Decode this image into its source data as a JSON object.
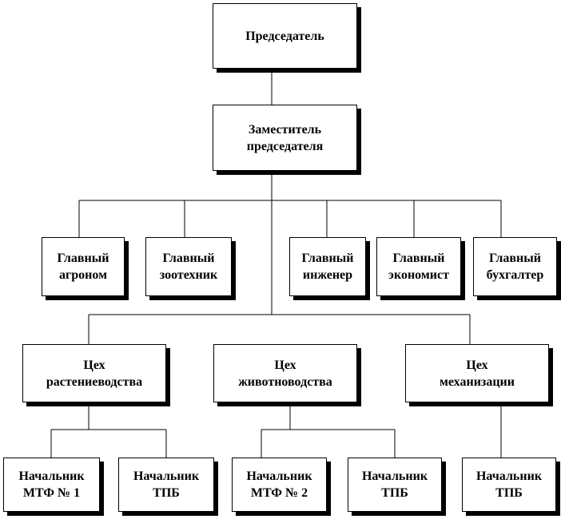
{
  "colors": {
    "line": "#000000",
    "box_border": "#000000",
    "box_shadow": "#000000",
    "background": "#ffffff"
  },
  "chart": {
    "chairman": "Председатель",
    "deputy": "Заместитель\nпредседателя",
    "heads": {
      "agronomist": "Главный\nагроном",
      "zootechnician": "Главный\nзоотехник",
      "engineer": "Главный\nинженер",
      "economist": "Главный\nэкономист",
      "accountant": "Главный\nбухгалтер"
    },
    "shops": {
      "crops": "Цех\nрастениеводства",
      "livestock": "Цех\nживотноводства",
      "mechanization": "Цех\nмеханизации"
    },
    "chiefs": {
      "mtf1": "Начальник\nМТФ № 1",
      "tpb1": "Начальник\nТПБ",
      "mtf2": "Начальник\nМТФ № 2",
      "tpb2": "Начальник\nТПБ",
      "tpb3": "Начальник\nТПБ"
    }
  }
}
